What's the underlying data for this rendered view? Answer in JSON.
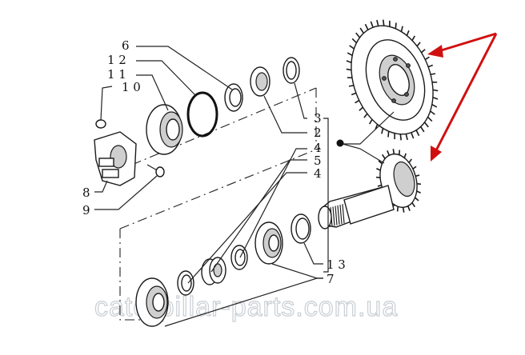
{
  "diagram": {
    "callouts": {
      "c6": "6",
      "c12": "1 2",
      "c11": "1 1",
      "c10": "1 0",
      "c8": "8",
      "c9": "9",
      "c3": "3",
      "c2": "2",
      "c4a": "4",
      "c5": "5",
      "c4b": "4",
      "c13": "1 3",
      "c7": "7"
    },
    "watermark": "caterpillar-parts.com.ua",
    "colors": {
      "arrow": "#d01010",
      "lines": "#222222",
      "watermark": "#c9ced3"
    }
  }
}
